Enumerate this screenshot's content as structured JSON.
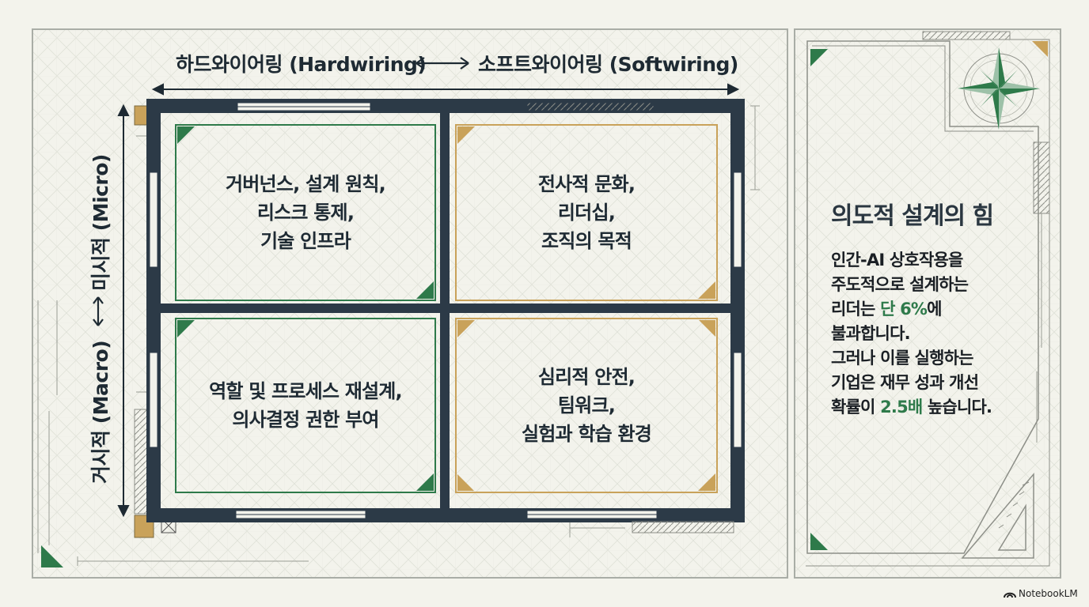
{
  "axes": {
    "horizontal_left": "하드와이어링 (Hardwiring)",
    "horizontal_right": "소프트와이어링 (Softwiring)",
    "vertical_bottom": "거시적 (Macro)",
    "vertical_top": "미시적 (Micro)"
  },
  "quadrants": {
    "top_left": {
      "lines": [
        "거버넌스, 설계 원칙,",
        "리스크 통제,",
        "기술 인프라"
      ]
    },
    "top_right": {
      "lines": [
        "전사적 문화,",
        "리더십,",
        "조직의 목적"
      ]
    },
    "bottom_left": {
      "lines": [
        "역할 및 프로세스 재설계,",
        "의사결정 권한 부여"
      ]
    },
    "bottom_right": {
      "lines": [
        "심리적 안전,",
        "팀워크,",
        "실험과 학습 환경"
      ]
    }
  },
  "panel": {
    "title": "의도적 설계의 힘",
    "line1": "인간-AI 상호작용을",
    "line2": "주도적으로 설계하는",
    "line3_pre": "리더는 ",
    "line3_accent": "단 6%",
    "line3_post": "에",
    "line4": "불과합니다.",
    "line5": "그러나 이를 실행하는",
    "line6": "기업은 재무 성과 개선",
    "line7_pre": "확률이 ",
    "line7_accent": "2.5배",
    "line7_post": " 높습니다."
  },
  "brand": {
    "label": "NotebookLM"
  },
  "colors": {
    "green": "#2e7a4a",
    "gold": "#c9a25a",
    "navy": "#2c3a47",
    "paper": "#f3f3ec"
  },
  "icons": [
    "compass-rose-icon",
    "ruler-triangle-icon",
    "double-arrow-icon",
    "notebooklm-logo-icon"
  ]
}
